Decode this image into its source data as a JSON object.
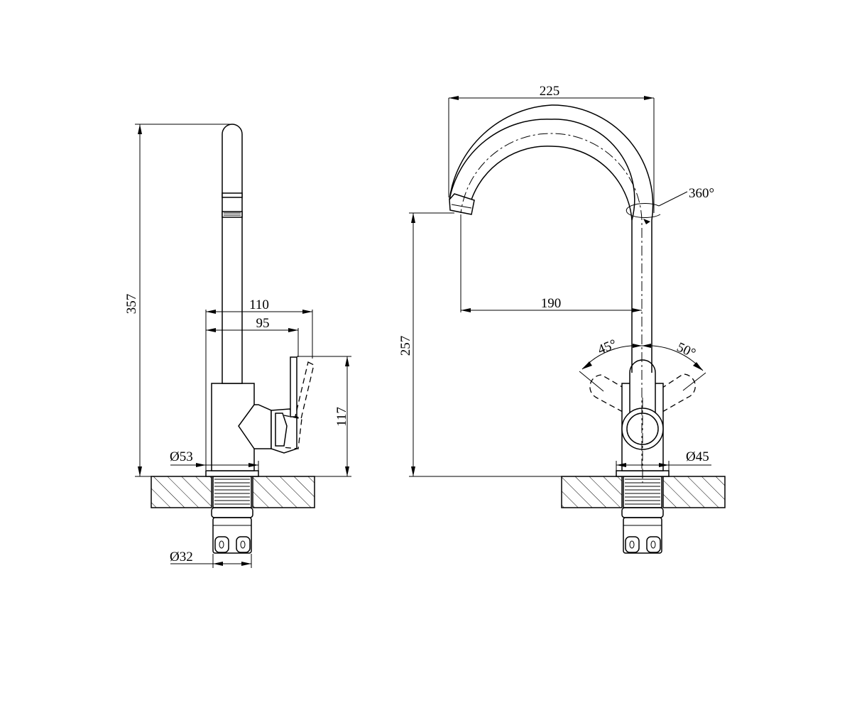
{
  "side_view": {
    "dims": {
      "total_height": "357",
      "overall_depth": "110",
      "handle_depth": "95",
      "lever_height": "117",
      "base_diameter": "Ø53",
      "shank_diameter": "Ø32"
    }
  },
  "front_view": {
    "dims": {
      "spout_span": "225",
      "spout_reach": "190",
      "spout_height": "257",
      "rotation": "360°",
      "angle_left": "45°",
      "angle_right": "50°",
      "body_diameter": "Ø45"
    }
  }
}
